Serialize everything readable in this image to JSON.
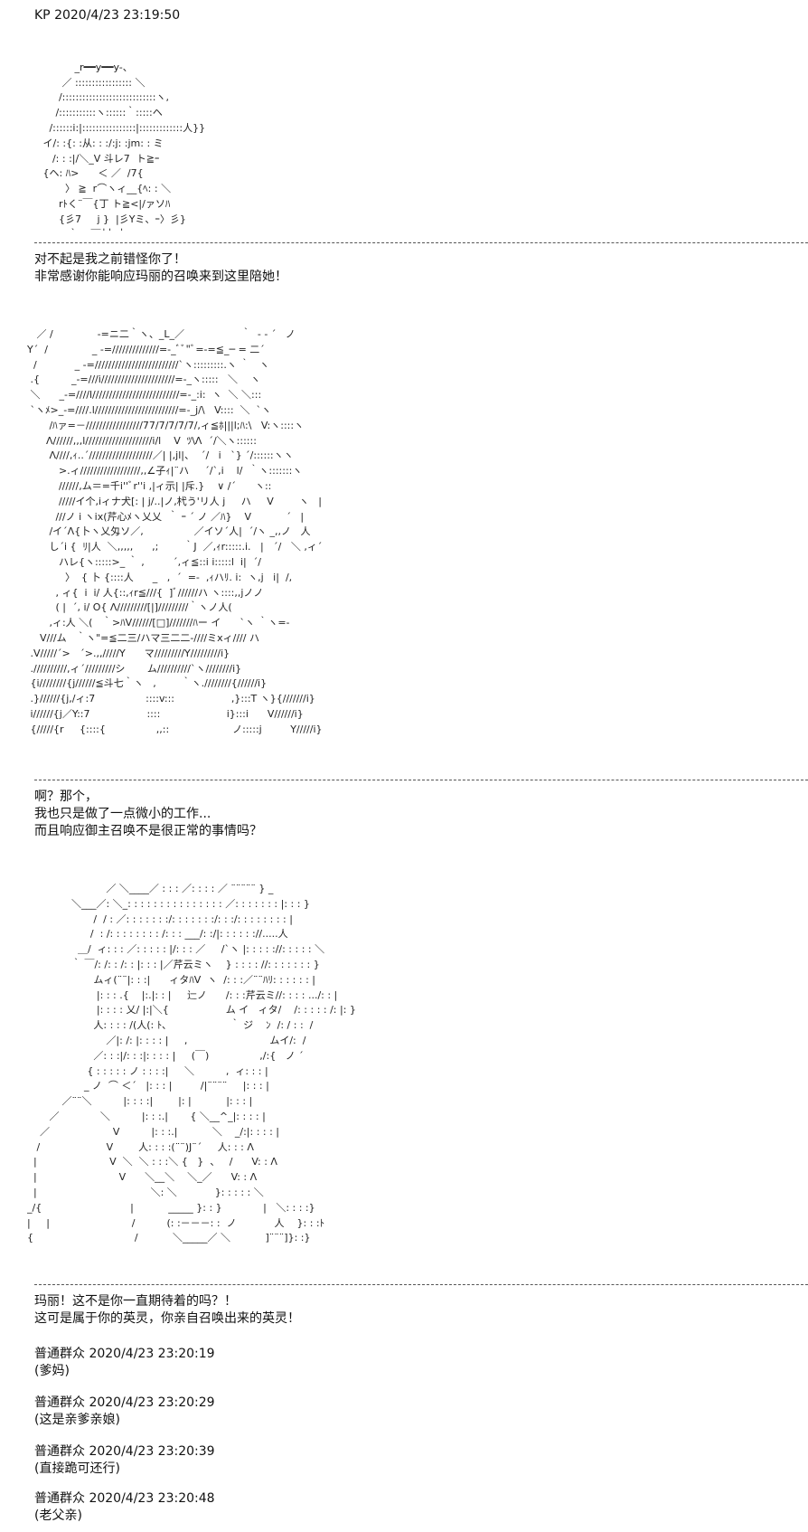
{
  "post": {
    "header": "KP 2020/4/23 23:19:50"
  },
  "art": {
    "art1": " \n               _r━━y━━y-、\n           ／ ::::::::::::::::: ＼\n          /::::::::::::::::::::::::::::ヽ,\n         /:::::::::::ヽ::::::｀:::::ヘ\n       /::::::i:|::::::::::::::::|:::::::::::::人}}\n     イ/: :{: :从: : :/:j: :jm: : ミ\n        /: : :|/＼_V 斗レ7  ト≧ｰ\n     {ヘ: ﾊ>      ＜ ／  /7{\n            〉 ≧  r⌒ヽィ__{ﾍ: : ＼\n          rﾄく¨￣{丁 ト≧<|/ァソﾊ\n          {彡7     j }  |彡Yミ、ｰ〉彡}\n             ｀    ￣┴┴─┴──",
    "art2": "   ／ /              -=ニ二｀ヽ、_L_／                  ｀  ‐ ‐ ´   ノ\nY´  /              _ -=//////////////=-_ﾞﾞ\"ﾞ=-=≦_─ = 二´\n  /            _ -=/////////////////////////`ヽ:::::::::.ヽ ｀   ヽ\n .{          _-=///i//////////////////////=-_ヽ:::::   ＼    ヽ\n ＼      _-=////l//////////////////////////=-_:i:  ヽ  ＼ ＼:::\n `ヽﾒ>_-=////.l/////////////////////////=-_j/\\   V::::  ＼  `ヽ\n       /ﾊァ=－/////////////////77/7/7/7/7/,ィ≦ﾎ|||l;ﾊ:\\   V:ヽ::::ヽ\n      Λ//////,,,l////////////////////i/l    V  ﾂ\\Λ  ´/＼ヽ::::::\n       Λ////,ｨ..´///////////////////／| |,jl|、  ´/   i   `} ´/::::::ヽヽ\n          >.ィ//////////////////,,∠子ｨ|¨ハ     ´/`,i    l/  ｀ヽ:::::::ヽ\n          //////,ム＝=千i''ﾞr''i ,|ィ示| |斥.}    ∨ /´      ヽ::\n          /////イ个,iィナ犬[: | j/..|ノ,杙う'リ人 j     ハ     V        ヽ   |\n         ///ノ i ヽix(芹心ﾒヽ乂乂  ｀ ｰ ´ ノ ／ﾊ}    V           ´   |\n       /イ´Λ{卜ヽ乂匁ソ／,                ／イソ´人|  ´/ヽ _,,ノ   人\n       し´i {  ﾘ|人  ＼,,,,,      ,;        ｀J  ／,ｨr:::::.i.   |   ´/   ＼ ,ィ´\n          ハレ{ヽ:::::>_ ｀ ,         ´,ィ≦::i i:::::l  i|  ´/\n            〉  { 卜 {::::人      _   ,  ´  =-  ,ｨハﾘ. i:  ヽ,j   i|  /,\n         , ィ{  i  i/ 人{::,ｨr≦///{  ]ﾞ//////ハ ヽ::::,,jノノ\n         ( |  ´, i/ O{ Λ/////////[|]/////////｀ヽノ人(\n       ,ィ:人 ＼(   ｀>ﾊV//////[□]///////ﾊー イ      `ヽ ｀ヽ=-\n    V///ム   ｀ヽ\"=≦二三/ハマ三二二-////ミxィ//// ハ\n .V/////´>   ´>.,,/////Y      マ/////////Y/////////i}\n .//////////,ィ´/////////シ       ム//////////`ヽ////////i}\n {i////////{j//////≦斗七｀ヽ   ,        ｀ヽ.////////{//////i}\n .}//////{j,/ィ:7                ::::v:::                  ,}:::T ヽ}{///////i}\n i//////{j／Y::7                  ::::                     i}:::i      V//////i}\n {/////{r     {::::{                ,,::                    ノ:::::j         Y/////i}",
    "art3": "                         ／ ＼____／ : : : ／: : : : ／ ¨¨¨¨¨ } _\n              ＼___／: ＼_: : : : : : : : : : : : : : : ／: : : : : : : |: : : }\n                     /  / : ／: : : : : : :/: : : : : : :/: : :/: : : : : : : : |\n                    /  : /: : : : : : : : /: : : ___/: :/|: : : : : ://.....人\n                ＿/  ィ: : : ／: : : : : |/: : : ／     /`ヽ |: : : : ://: : : : : ＼\n              ｀ ￣/: /: : /: : |: : : |／芹云ミヽ    } : : : : //: : : : : : : }\n                     ムィ(¨¨|: : :|      ィタﾊV  ヽ  /: : :／¨¨ﾊﾘ: : : : : : |\n                      |: : : .{    |:.|: : |     辷ノ      /: : :芹云ミ//: : : : .../: : |\n                      |: : : : 乂/ |:|＼{                  ム イ   ィタ/    /: : : : : /: |: }\n                     人: : : : /(人(: ﾄ､                    ｀ ジ    ﾝ  /: / : :  /\n                         ／|: /: |: : : : |     ,                          ムイ/:  /\n                     ／: : :|/: : :|: : : : |     (￣)                ,/:{   ノ ´\n                   { : : : : : ノ : : : :|     ＼          ,  ィ: : : |\n                  _ ノ  ⌒ ＜´   |: : : |         /|¨¨¨¨     |: : : |\n           ／¨¨＼          |: : : :|        |: |           |: : : |\n       ／             ＼          |: : :.|       { ＼__^_|: : : : |\n    ／                    V          |: : :.|           ＼    _/:|: : : : |\n   /                     V        人: : : :(¨¨)J¨´     人: : : Λ\n  |                       V  ＼  ＼ : : :＼ {   }  、   /      V: : Λ\n  |                          V      ＼__＼    ＼_／      V: : Λ\n  |                                    ＼: ＼            }: : : : : ＼\n_/{                            |           _____ }: : }             |   ＼: : : :}\n|     |                          /          (: :－－－: :  ノ            人    }: : :ﾄ\n{                                /           ＼_____／ ＼           ]¨¨¨]}: :}"
  },
  "messages": [
    {
      "lines": [
        "对不起是我之前错怪你了！",
        "非常感谢你能响应玛丽的召唤来到这里陪她！"
      ]
    },
    {
      "lines": [
        "啊？那个，",
        "我也只是做了一点微小的工作...",
        "而且响应御主召唤不是很正常的事情吗？"
      ]
    },
    {
      "lines": [
        "玛丽！这不是你一直期待着的吗？！",
        "这可是属于你的英灵，你亲自召唤出来的英灵！"
      ]
    }
  ],
  "replies": [
    {
      "header": "普通群众 2020/4/23 23:20:19",
      "body": "(爹妈)"
    },
    {
      "header": "普通群众 2020/4/23 23:20:29",
      "body": "(这是亲爹亲娘)"
    },
    {
      "header": "普通群众 2020/4/23 23:20:39",
      "body": "(直接跪可还行)"
    },
    {
      "header": "普通群众 2020/4/23 23:20:48",
      "body": "(老父亲)"
    }
  ]
}
